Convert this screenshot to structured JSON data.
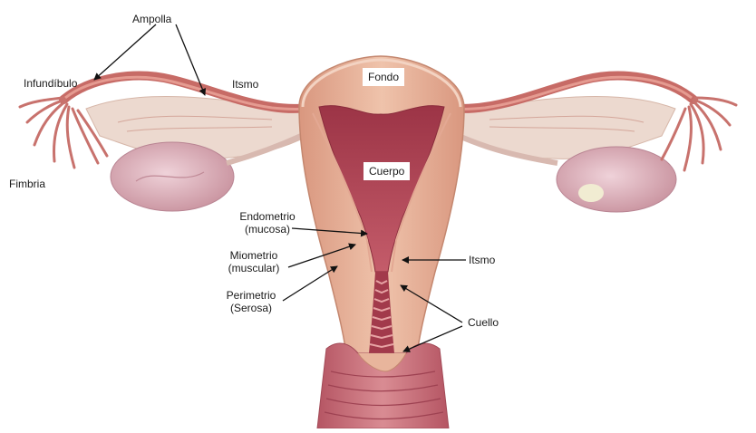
{
  "labels": {
    "ampolla": "Ampolla",
    "infundibulo": "Infundíbulo",
    "itsmo_tube": "Itsmo",
    "fondo": "Fondo",
    "fimbria": "Fimbria",
    "cuerpo": "Cuerpo",
    "endometrio_1": "Endometrio",
    "endometrio_2": "(mucosa)",
    "miometrio_1": "Miometrio",
    "miometrio_2": "(muscular)",
    "perimetrio_1": "Perimetrio",
    "perimetrio_2": "(Serosa)",
    "itsmo_cervix": "Itsmo",
    "cuello": "Cuello"
  },
  "colors": {
    "uterus_wall": "#e8b59c",
    "uterus_edge": "#c98b74",
    "cavity": "#b5485a",
    "cavity_dark": "#8e2f41",
    "tube": "#c96f6a",
    "tube_dark": "#a84e4d",
    "ligament": "#e9d3c8",
    "ovary": "#d9b0bb",
    "ovary_shade": "#c4929f",
    "vagina": "#c9707a",
    "arrow": "#111111"
  }
}
